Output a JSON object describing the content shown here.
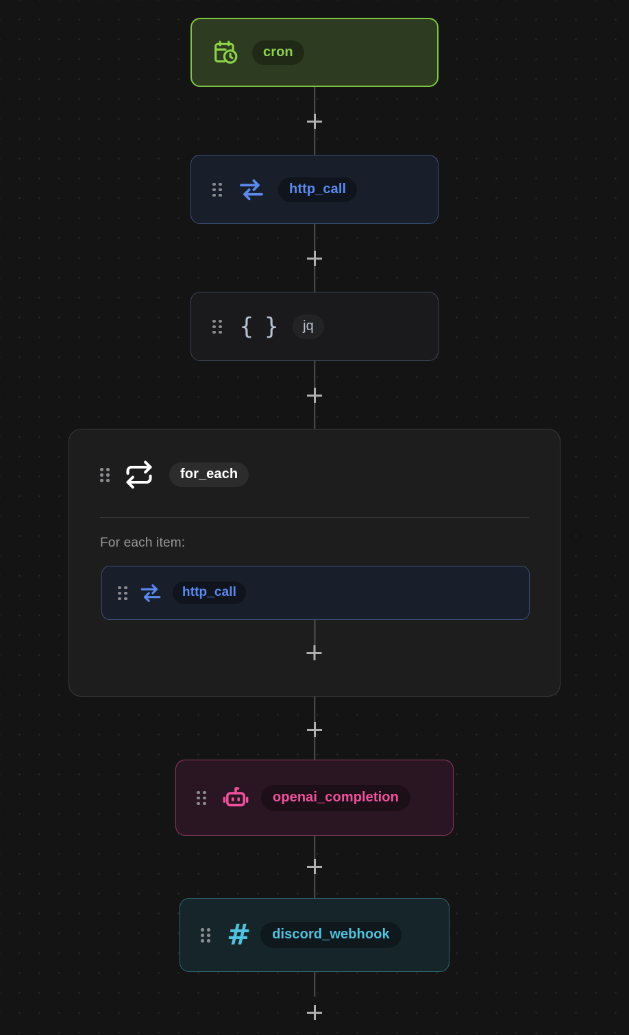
{
  "canvas": {
    "background_color": "#141414",
    "dot_grid_color": "#2c2c2c"
  },
  "workflow": {
    "nodes": [
      {
        "id": "cron",
        "label": "cron",
        "icon": "calendar-clock-icon",
        "accent_color": "#8ed14b",
        "border_color": "#7dc63f",
        "fill_color": "#2d3c20",
        "type": "trigger",
        "has_drag_handle": false
      },
      {
        "id": "http_call_1",
        "label": "http_call",
        "icon": "exchange-arrows-icon",
        "accent_color": "#5b8aee",
        "border_color": "#3d4f7a",
        "fill_color": "#191e2b",
        "type": "action",
        "has_drag_handle": true
      },
      {
        "id": "jq",
        "label": "jq",
        "icon": "curly-braces-icon",
        "accent_color": "#b9c2d0",
        "border_color": "#3c4352",
        "fill_color": "#1a1a1c",
        "type": "action",
        "has_drag_handle": true
      },
      {
        "id": "for_each",
        "label": "for_each",
        "icon": "repeat-loop-icon",
        "accent_color": "#ffffff",
        "border_color": "#3a3a3a",
        "fill_color": "#1d1d1d",
        "type": "container",
        "has_drag_handle": true,
        "section_label": "For each item:",
        "children": [
          {
            "id": "http_call_2",
            "label": "http_call",
            "icon": "exchange-arrows-icon",
            "accent_color": "#5b8aee",
            "border_color": "#3d4f7a",
            "fill_color": "#191e2b",
            "type": "action",
            "has_drag_handle": true
          }
        ]
      },
      {
        "id": "openai_completion",
        "label": "openai_completion",
        "icon": "robot-icon",
        "accent_color": "#f2509e",
        "border_color": "#8e3a63",
        "fill_color": "#2a1622",
        "type": "action",
        "has_drag_handle": true
      },
      {
        "id": "discord_webhook",
        "label": "discord_webhook",
        "icon": "hash-icon",
        "accent_color": "#4fc3e0",
        "border_color": "#2c6b78",
        "fill_color": "#16252a",
        "type": "action",
        "has_drag_handle": true
      }
    ],
    "connectors": [
      {
        "id": "conn-1",
        "from": "cron",
        "to": "http_call_1",
        "add_label": "+"
      },
      {
        "id": "conn-2",
        "from": "http_call_1",
        "to": "jq",
        "add_label": "+"
      },
      {
        "id": "conn-3",
        "from": "jq",
        "to": "for_each",
        "add_label": "+"
      },
      {
        "id": "conn-foreach",
        "from": "http_call_2",
        "to": "",
        "add_label": "+"
      },
      {
        "id": "conn-4",
        "from": "for_each",
        "to": "openai_completion",
        "add_label": "+"
      },
      {
        "id": "conn-5",
        "from": "openai_completion",
        "to": "discord_webhook",
        "add_label": "+"
      },
      {
        "id": "conn-6",
        "from": "discord_webhook",
        "to": "",
        "add_label": "+"
      }
    ]
  }
}
